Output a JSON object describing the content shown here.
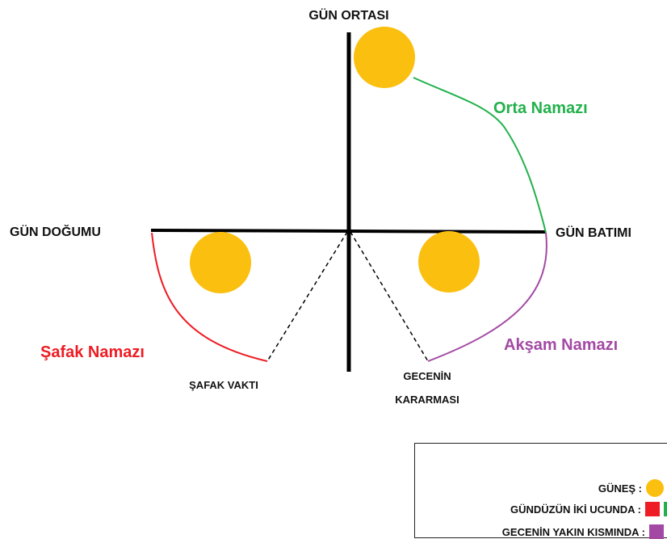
{
  "labels": {
    "noon": "GÜN ORTASI",
    "sunrise": "GÜN DOĞUMU",
    "sunset": "GÜN BATIMI",
    "dawn": "ŞAFAK VAKTI",
    "dusk_line1": "GECENİN",
    "dusk_line2": "KARARMASI"
  },
  "prayers": {
    "middle": "Orta Namazı",
    "dawn": "Şafak Namazı",
    "evening": "Akşam Namazı"
  },
  "legend": {
    "sun_label": "GÜNEŞ :",
    "day_ends_label": "GÜNDÜZÜN İKİ UCUNDA :",
    "night_near_label": "GECENİN YAKIN KISMINDA :"
  },
  "colors": {
    "sun": "#fbbf0f",
    "red": "#ee1c24",
    "green": "#22b14c",
    "purple": "#a349a4",
    "axis": "#000000"
  }
}
